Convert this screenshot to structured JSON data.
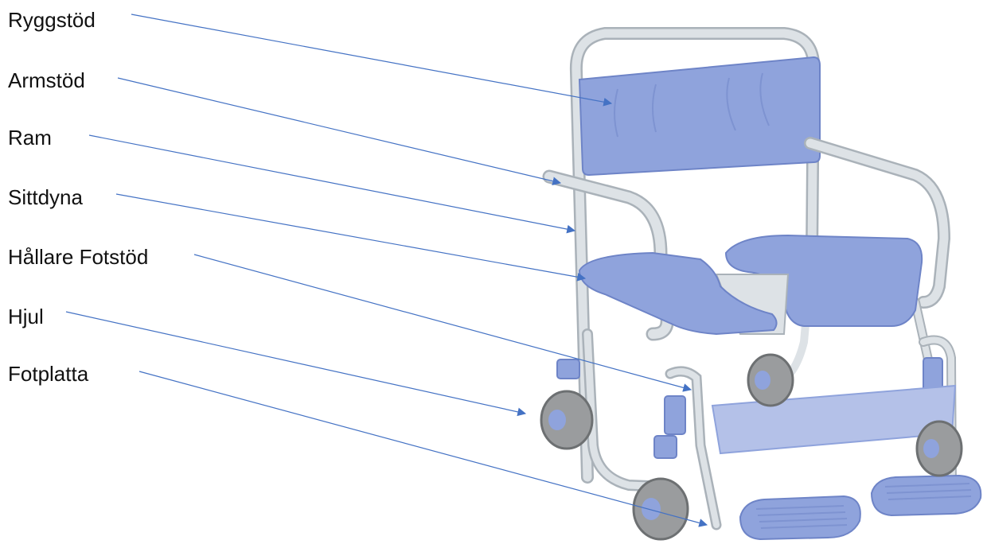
{
  "labels": {
    "backrest": "Ryggstöd",
    "armrest": "Armstöd",
    "frame": "Ram",
    "seat_cushion": "Sittdyna",
    "footrest_holder": "Hållare Fotstöd",
    "wheel": "Hjul",
    "footplate": "Fotplatta"
  },
  "colors": {
    "leader_line": "#4472C4",
    "frame": "#dde2e6",
    "frame_edge": "#aab2b9",
    "padding": "#8fa3dc",
    "padding_dark": "#6e84c7",
    "wheel": "#9a9c9e",
    "wheel_dark": "#6d7072"
  }
}
